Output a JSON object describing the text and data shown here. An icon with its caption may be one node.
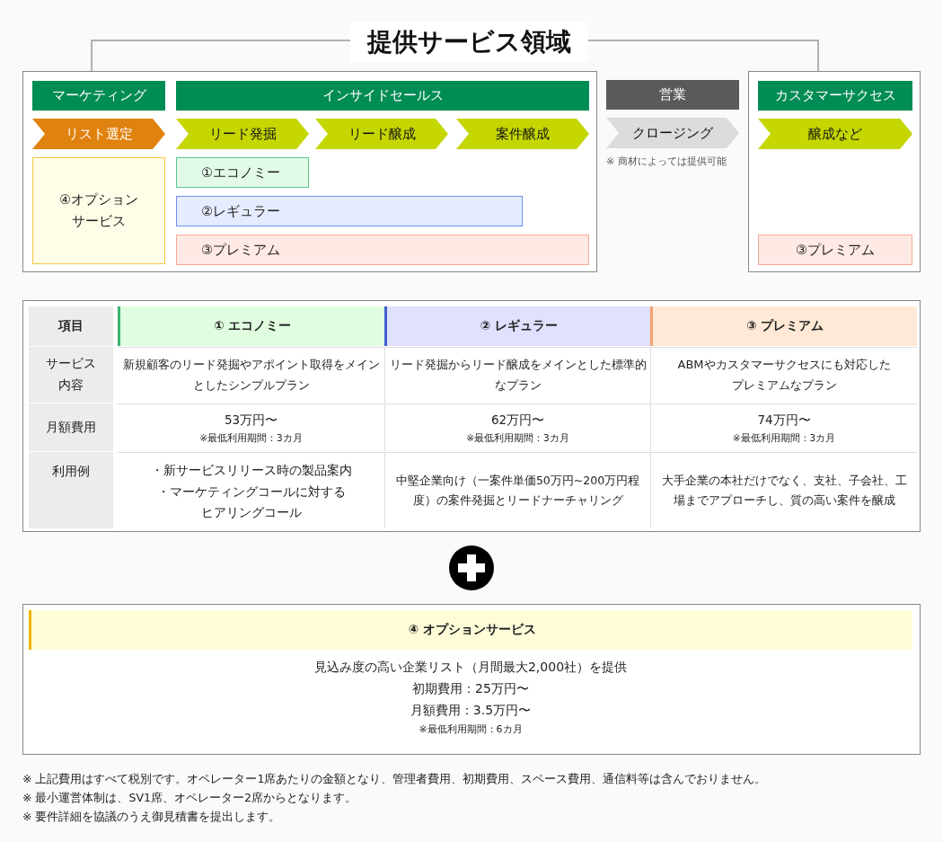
{
  "diagram": {
    "title": "提供サービス領域",
    "nodes": [
      {
        "text": [],
        "shape": "box"
      },
      {
        "text": [
          "マーケティング"
        ],
        "in": 0
      },
      {
        "text": [
          "インサイドセールス"
        ],
        "in": 0
      },
      {
        "text": [
          "リスト選定"
        ],
        "in": 0
      },
      {
        "text": [
          "リード発掘"
        ],
        "in": 0
      },
      {
        "text": [
          "リード醸成"
        ],
        "in": 0
      },
      {
        "text": [
          "案件醸成"
        ],
        "in": 0
      },
      {
        "text": [
          "④オプションサービス"
        ],
        "in": 0
      },
      {
        "text": [
          "①エコノミー"
        ],
        "in": 0
      },
      {
        "text": [
          "②レギュラー"
        ],
        "in": 0
      },
      {
        "text": [
          "③プレミアム"
        ],
        "in": 0
      },
      {
        "text": [
          "営業"
        ]
      },
      {
        "text": [
          "クロージング"
        ],
        "beside": [
          "※ 商材によっては提供可能"
        ]
      },
      {
        "text": [],
        "shape": "box"
      },
      {
        "text": [
          "カスタマーサクセス"
        ],
        "in": 13
      },
      {
        "text": [
          "醸成など"
        ],
        "in": 13
      },
      {
        "text": [
          "③プレミアム"
        ],
        "in": 13
      }
    ],
    "labels": [
      "項目",
      "① エコノミー",
      "② レギュラー",
      "③ プレミアム",
      "サービス内容",
      "新規顧客のリード発掘やアポイント取得をメインとしたシンプルプラン",
      "リード発掘からリード醸成をメインとした標準的なプラン",
      "ABMやカスタマーサクセスにも対応したプレミアムなプラン",
      "月額費用",
      "53万円〜",
      "※最低利用期間：3カ月",
      "62万円〜",
      "※最低利用期間：3カ月",
      "74万円〜",
      "※最低利用期間：3カ月",
      "利用例",
      "・新サービスリリース時の製品案内",
      "・マーケティングコールに対するヒアリングコール",
      "中堅企業向け（一案件単価50万円~200万円程度）の案件発掘とリードナーチャリング",
      "大手企業の本社だけでなく、支社、子会社、工場までアプローチし、質の高い案件を醸成",
      "④ オプションサービス",
      "見込み度の高い企業リスト（月間最大2,000社）を提供",
      "初期費用：25万円〜",
      "月額費用：3.5万円〜",
      "※最低利用期間：6カ月",
      "※ 上記費用はすべて税別です。オペレーター1席あたりの金額となり、管理者費用、初期費用、スペース費用、通信料等は含んでおりません。",
      "※ 最小運営体制は、SV1席、オペレーター2席からとなります。",
      "※ 要件詳細を協議のうえ御見積書を提出します。"
    ]
  }
}
